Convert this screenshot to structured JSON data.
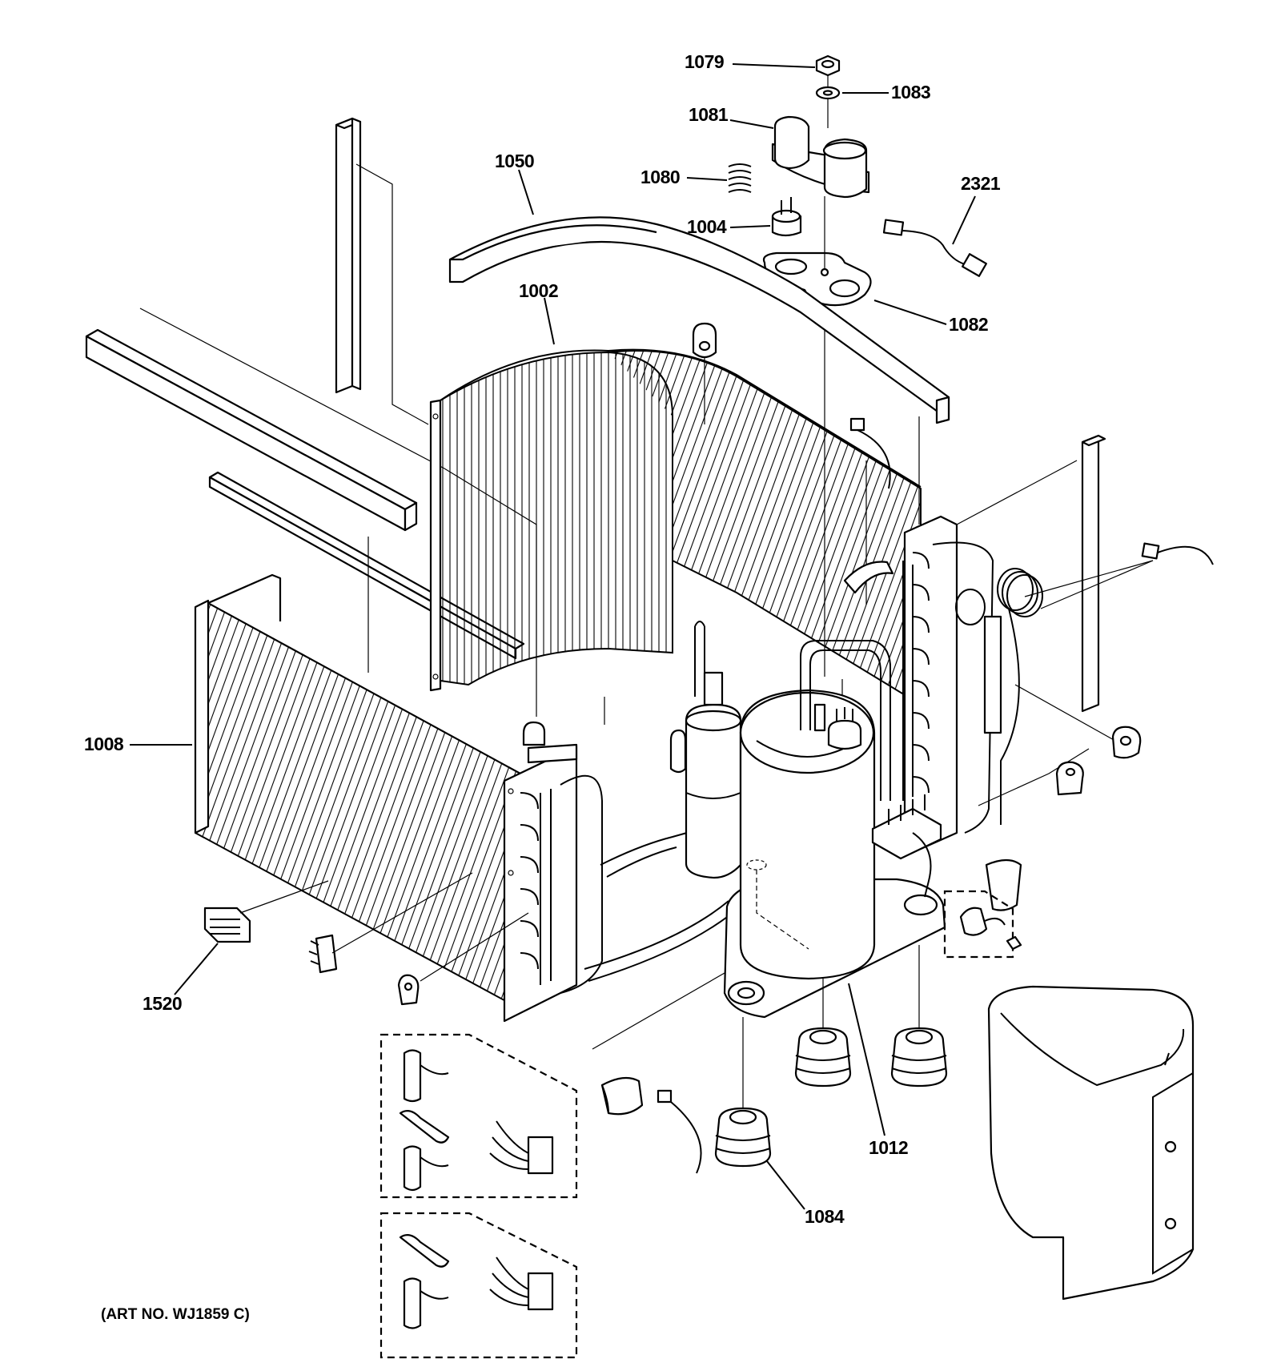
{
  "diagram": {
    "callouts": {
      "c1079": "1079",
      "c1083": "1083",
      "c1081": "1081",
      "c1080": "1080",
      "c1004": "1004",
      "c1050": "1050",
      "c2321": "2321",
      "c1002": "1002",
      "c1082": "1082",
      "c1008": "1008",
      "c1520": "1520",
      "c1012": "1012",
      "c1084": "1084"
    },
    "art_number": "(ART NO. WJ1859 C)"
  }
}
